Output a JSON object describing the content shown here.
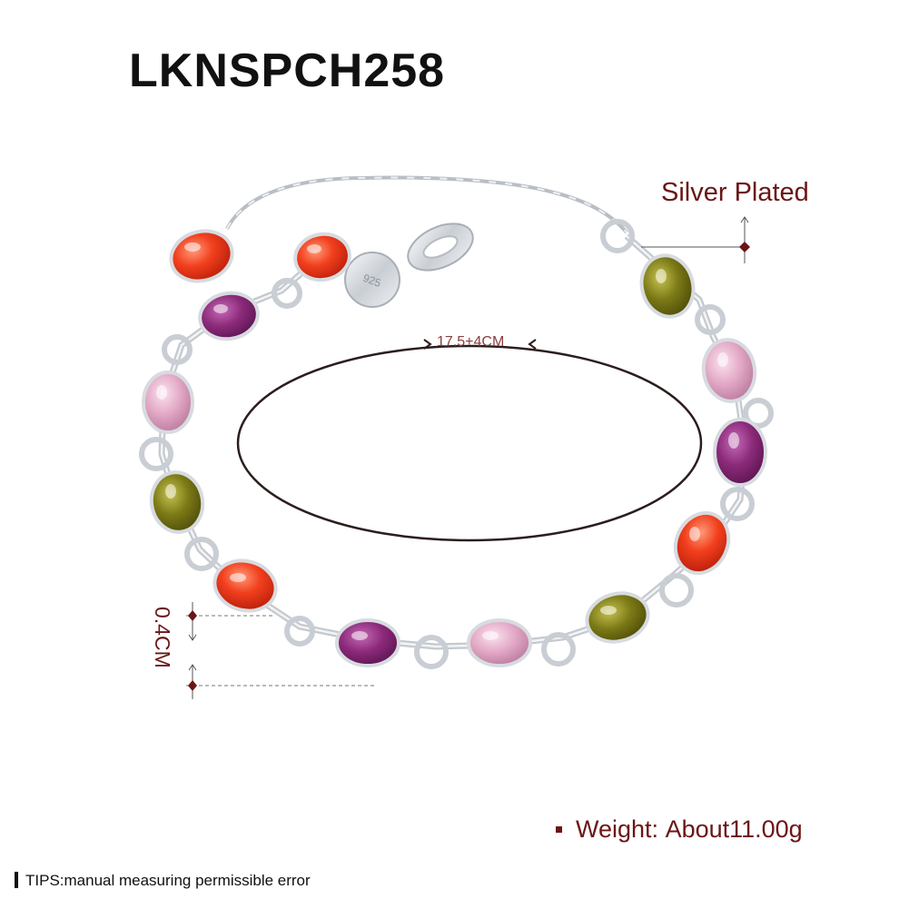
{
  "product_code": "LKNSPCH258",
  "material": "Silver Plated",
  "length": "17.5+4CM",
  "stone_width": "0.4CM",
  "weight_label": "Weight:",
  "weight_value": "About11.00g",
  "tips": "TIPS:manual measuring permissible error",
  "charm_stamp": "925",
  "colors": {
    "annotation": "#6b1616",
    "orange_stone": "#f2401e",
    "purple_stone": "#8c2a7a",
    "pink_stone": "#e3a9c6",
    "olive_stone": "#7c7a16",
    "silver": "#d9dde2",
    "loop": "#2d1d1d"
  },
  "stones": [
    "orange",
    "orange",
    "purple",
    "pink",
    "olive",
    "orange",
    "purple",
    "pink",
    "olive",
    "orange",
    "purple",
    "pink",
    "olive"
  ]
}
